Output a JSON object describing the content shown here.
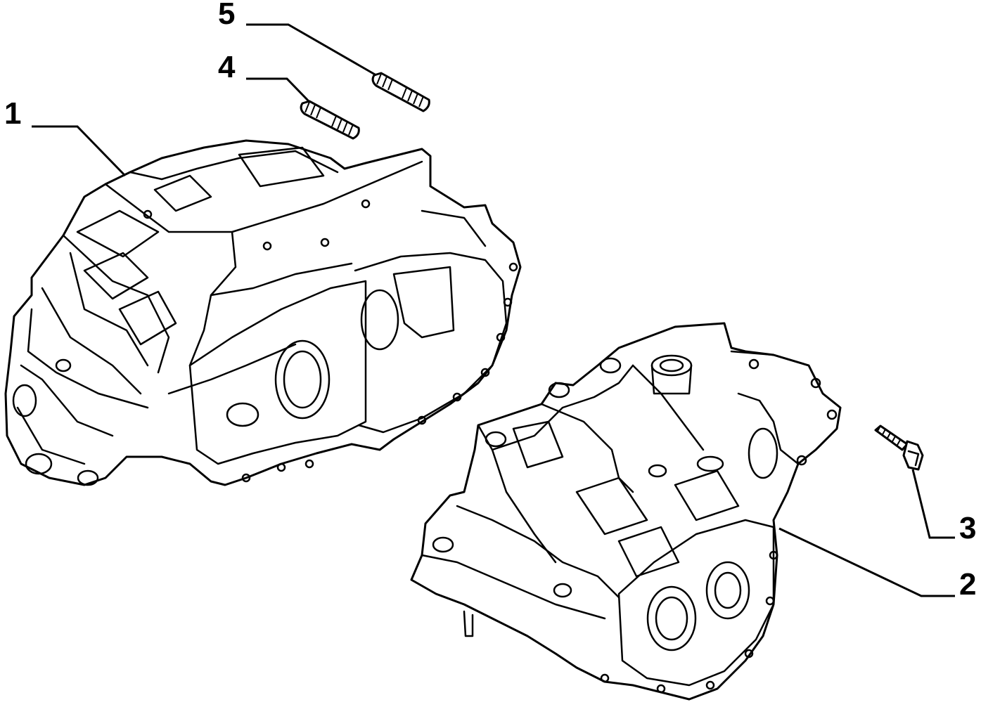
{
  "callouts": [
    {
      "id": "1",
      "label": "1"
    },
    {
      "id": "2",
      "label": "2"
    },
    {
      "id": "3",
      "label": "3"
    },
    {
      "id": "4",
      "label": "4"
    },
    {
      "id": "5",
      "label": "5"
    }
  ],
  "parts": [
    {
      "callout": "1",
      "icon": "clutch-housing-icon"
    },
    {
      "callout": "2",
      "icon": "gearbox-housing-icon"
    },
    {
      "callout": "3",
      "icon": "flanged-bolt-icon"
    },
    {
      "callout": "4",
      "icon": "stud-bolt-icon"
    },
    {
      "callout": "5",
      "icon": "stud-bolt-icon"
    }
  ],
  "colors": {
    "line": "#000000",
    "background": "#ffffff"
  }
}
